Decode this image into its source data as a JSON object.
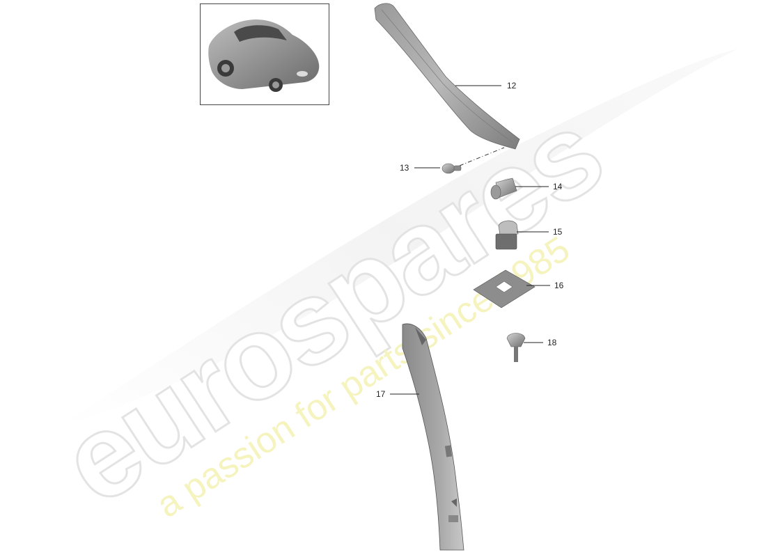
{
  "diagram": {
    "type": "exploded-parts-diagram",
    "thumbnail": {
      "subject": "car-overview-thumbnail"
    },
    "parts": [
      {
        "number": "12",
        "name": "a-pillar-trim"
      },
      {
        "number": "13",
        "name": "clip"
      },
      {
        "number": "14",
        "name": "expanding-rivet"
      },
      {
        "number": "15",
        "name": "retaining-clip"
      },
      {
        "number": "16",
        "name": "foam-pad"
      },
      {
        "number": "17",
        "name": "b-pillar-trim"
      },
      {
        "number": "18",
        "name": "push-fastener"
      }
    ]
  },
  "watermark": {
    "brand": "eurospares",
    "tagline": "a passion for parts since 1985",
    "tagline_color": "#f3f0b0",
    "brand_color": "#e8e8e8"
  }
}
